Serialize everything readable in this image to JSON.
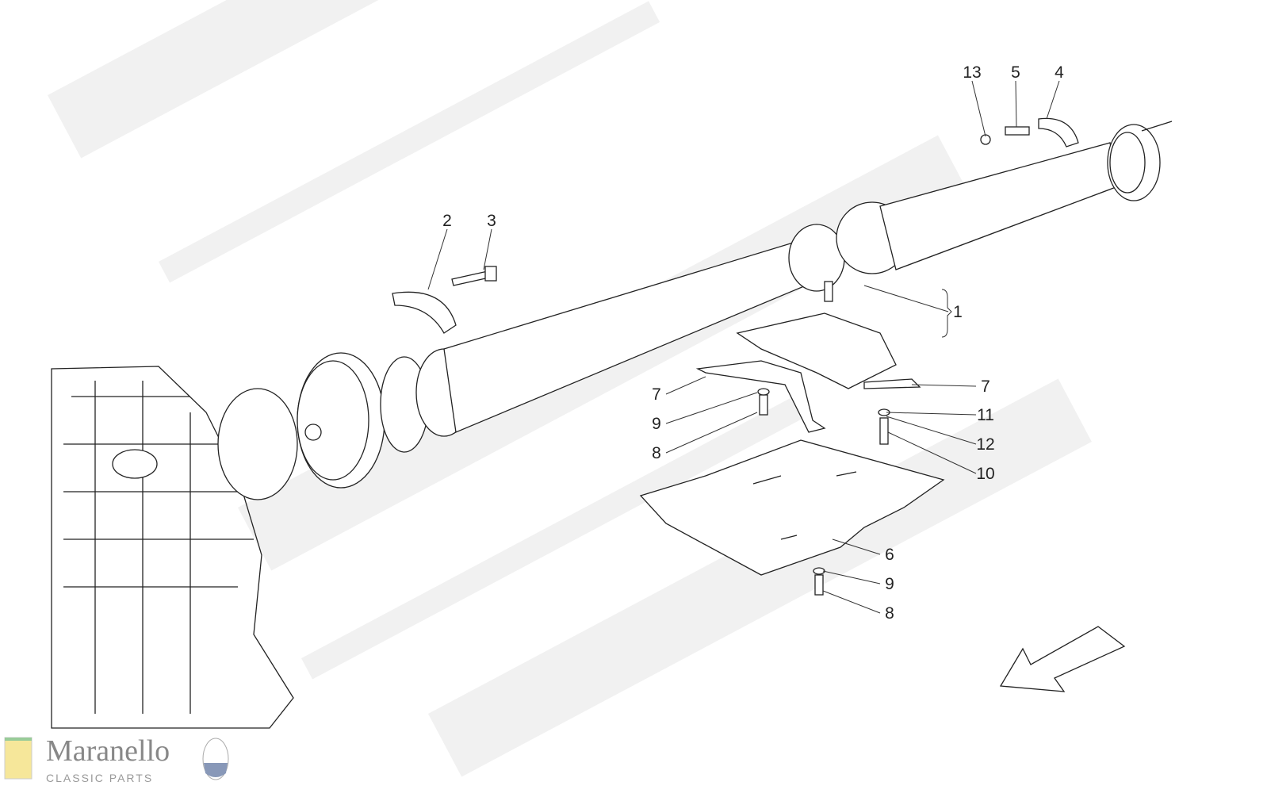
{
  "watermark": {
    "brand": "Maranello",
    "sub": "CLASSIC PARTS"
  },
  "logo": {
    "name": "Maranello",
    "tagline": "CLASSIC PARTS",
    "left_badge": "Ferrari",
    "right_badge": "MASERATI"
  },
  "callouts": [
    "13",
    "5",
    "4",
    "2",
    "3",
    "1",
    "7",
    "7",
    "9",
    "11",
    "8",
    "12",
    "10",
    "6",
    "9",
    "8"
  ],
  "colors": {
    "line": "#222222",
    "watermark": "#e6e6e6"
  }
}
